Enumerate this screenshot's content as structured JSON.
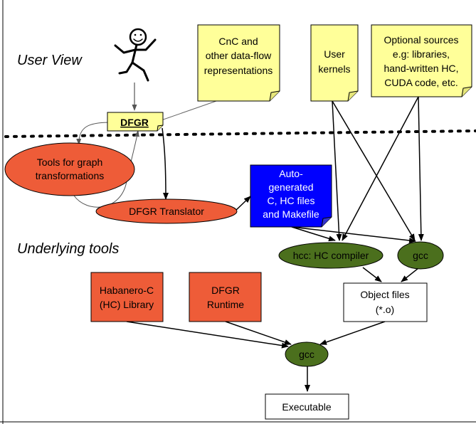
{
  "sections": {
    "user_view": "User View",
    "underlying_tools": "Underlying tools"
  },
  "nodes": {
    "cnc": [
      "CnC and",
      "other data-flow",
      "representations"
    ],
    "user_kernels": [
      "User",
      "kernels"
    ],
    "optional_sources": [
      "Optional sources",
      "e.g: libraries,",
      "hand-written HC,",
      "CUDA code, etc."
    ],
    "dfgr": "DFGR",
    "tools_graph": [
      "Tools for graph",
      "transformations"
    ],
    "dfgr_translator": "DFGR Translator",
    "autogen": [
      "Auto-",
      "generated",
      "C, HC files",
      "and Makefile"
    ],
    "hcc": "hcc: HC compiler",
    "gcc_top": "gcc",
    "habanero": [
      "Habanero-C",
      "(HC) Library"
    ],
    "dfgr_runtime": [
      "DFGR",
      "Runtime"
    ],
    "object_files": [
      "Object files",
      "(*.o)"
    ],
    "gcc_bottom": "gcc",
    "executable": "Executable"
  },
  "icons": {
    "user": "stick-figure-user-icon"
  },
  "colors": {
    "note_fill": "#ffff99",
    "tool_fill": "#ee5c38",
    "generated_fill": "#0000ff",
    "compiler_fill": "#4b6f1d",
    "plain_fill": "#ffffff"
  }
}
